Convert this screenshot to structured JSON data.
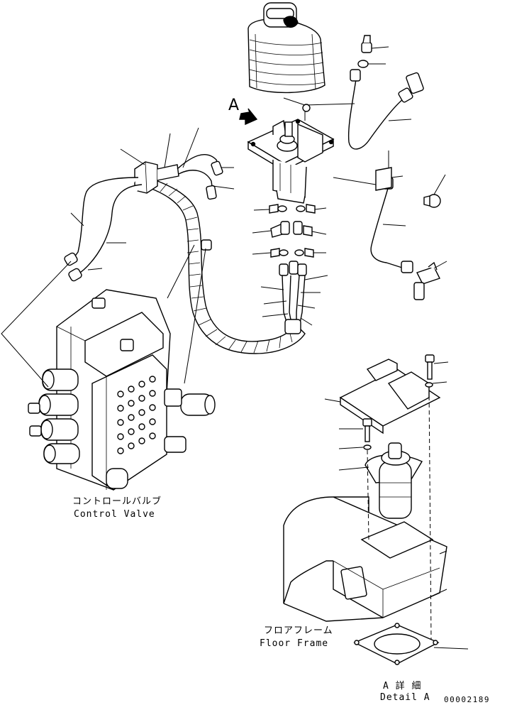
{
  "detail_marker": "A",
  "labels": {
    "control_valve_jp": "コントロールバルブ",
    "control_valve_en": "Control Valve",
    "floor_frame_jp": "フロアフレーム",
    "floor_frame_en": "Floor Frame",
    "detail_jp": "A 詳 細",
    "detail_en": "Detail A"
  },
  "drawing_number": "00002189"
}
